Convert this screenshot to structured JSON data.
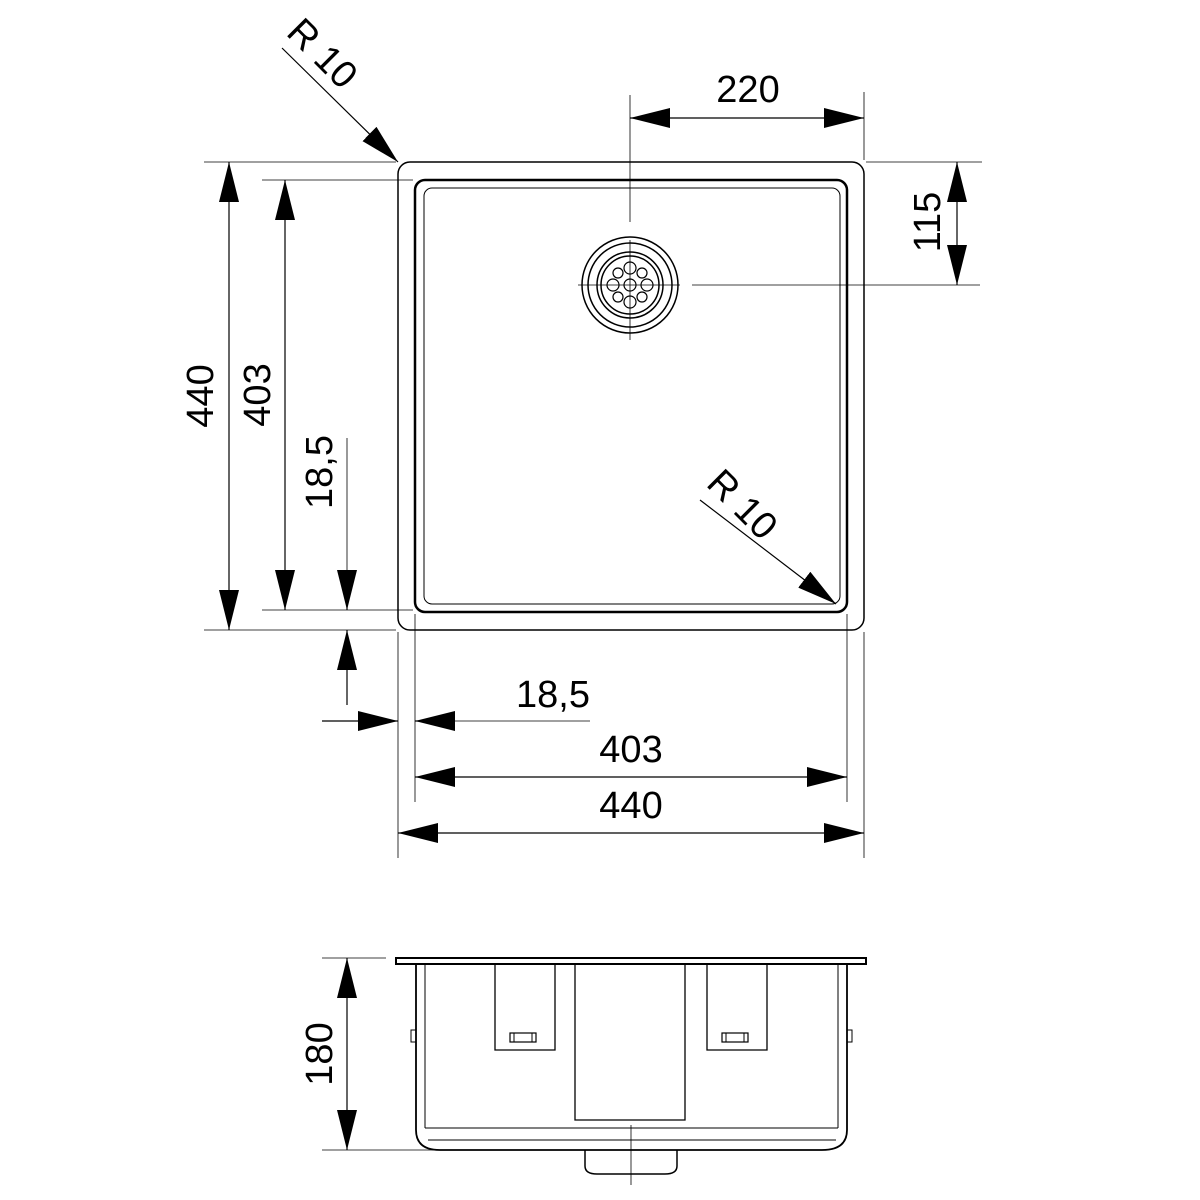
{
  "dimensions": {
    "radius_top_left": "R 10",
    "radius_bottom_right": "R 10",
    "drain_offset_x": "220",
    "drain_offset_y": "115",
    "outer_height": "440",
    "inner_height": "403",
    "rim_vertical": "18,5",
    "rim_horizontal": "18,5",
    "inner_width": "403",
    "outer_width": "440",
    "depth": "180"
  },
  "colors": {
    "line": "#000000",
    "background": "#ffffff"
  }
}
